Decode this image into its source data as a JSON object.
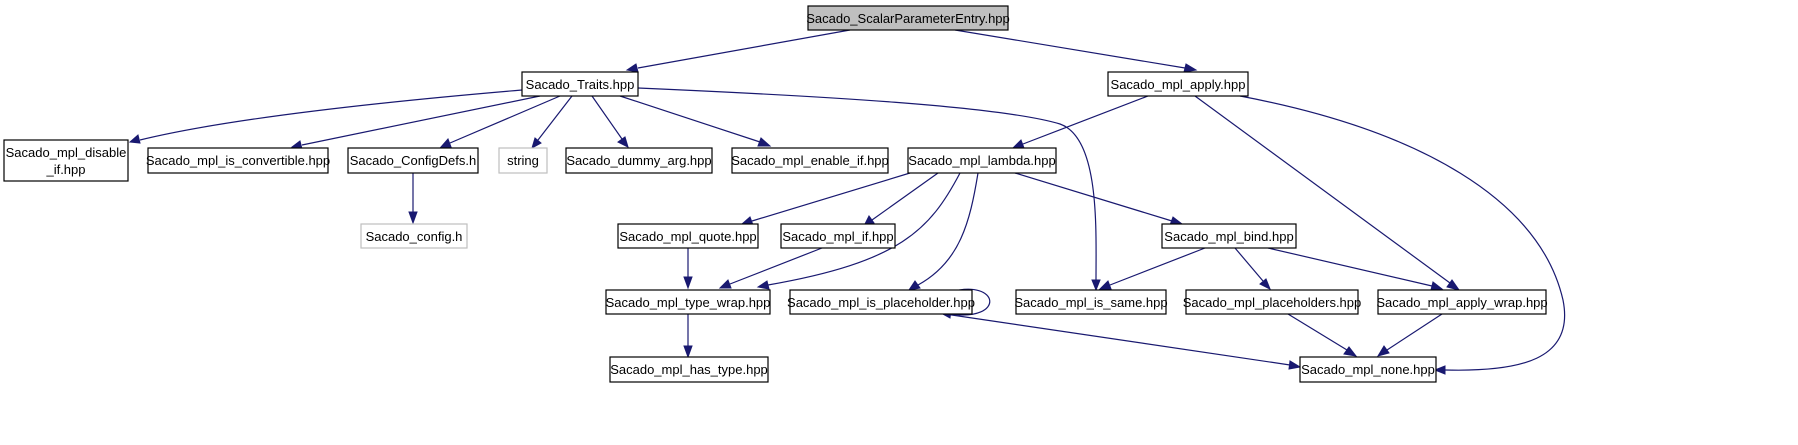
{
  "nodes": {
    "root": "Sacado_ScalarParameterEntry.hpp",
    "traits": "Sacado_Traits.hpp",
    "apply": "Sacado_mpl_apply.hpp",
    "disable_if_line1": "Sacado_mpl_disable",
    "disable_if_line2": "_if.hpp",
    "is_convertible": "Sacado_mpl_is_convertible.hpp",
    "configdefs": "Sacado_ConfigDefs.h",
    "string": "string",
    "dummy_arg": "Sacado_dummy_arg.hpp",
    "enable_if": "Sacado_mpl_enable_if.hpp",
    "lambda": "Sacado_mpl_lambda.hpp",
    "config": "Sacado_config.h",
    "quote": "Sacado_mpl_quote.hpp",
    "if": "Sacado_mpl_if.hpp",
    "bind": "Sacado_mpl_bind.hpp",
    "type_wrap": "Sacado_mpl_type_wrap.hpp",
    "is_placeholder": "Sacado_mpl_is_placeholder.hpp",
    "is_same": "Sacado_mpl_is_same.hpp",
    "placeholders": "Sacado_mpl_placeholders.hpp",
    "apply_wrap": "Sacado_mpl_apply_wrap.hpp",
    "has_type": "Sacado_mpl_has_type.hpp",
    "none": "Sacado_mpl_none.hpp"
  },
  "colors": {
    "edge": "#191970",
    "root_fill": "#bfbfbf",
    "external_border": "#bfbfbf"
  }
}
